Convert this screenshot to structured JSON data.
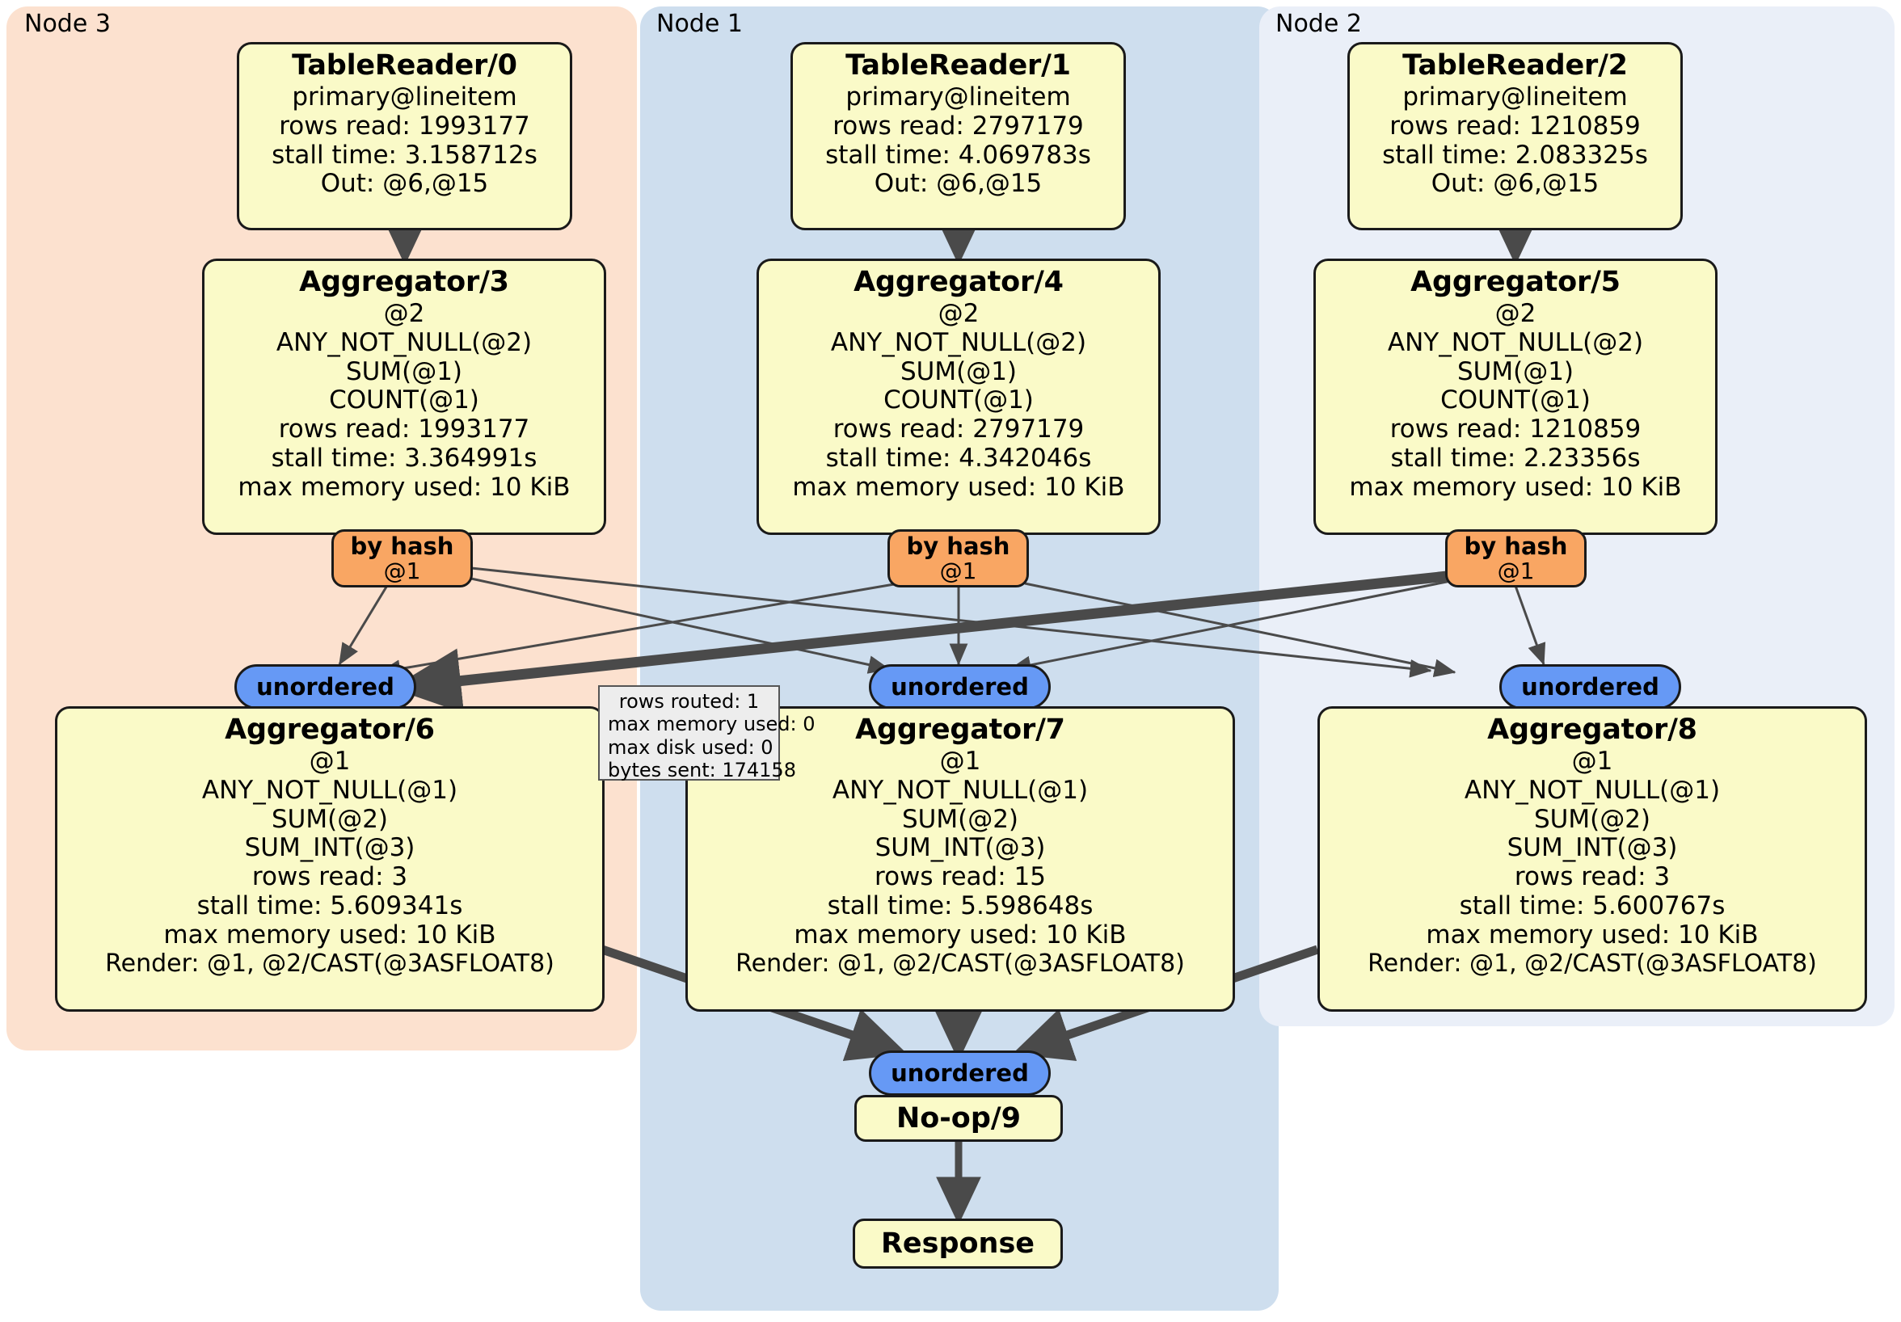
{
  "clusters": [
    {
      "id": "node3",
      "label": "Node 3",
      "color": "#FCE1CF"
    },
    {
      "id": "node1",
      "label": "Node 1",
      "color": "#CEDEEE"
    },
    {
      "id": "node2",
      "label": "Node 2",
      "color": "#EAEFF8"
    }
  ],
  "table_readers": [
    {
      "title": "TableReader/0",
      "lines": [
        "primary@lineitem",
        "rows read: 1993177",
        "stall time: 3.158712s",
        "Out: @6,@15"
      ]
    },
    {
      "title": "TableReader/1",
      "lines": [
        "primary@lineitem",
        "rows read: 2797179",
        "stall time: 4.069783s",
        "Out: @6,@15"
      ]
    },
    {
      "title": "TableReader/2",
      "lines": [
        "primary@lineitem",
        "rows read: 1210859",
        "stall time: 2.083325s",
        "Out: @6,@15"
      ]
    }
  ],
  "aggregators_top": [
    {
      "title": "Aggregator/3",
      "lines": [
        "@2",
        "ANY_NOT_NULL(@2)",
        "SUM(@1)",
        "COUNT(@1)",
        "rows read: 1993177",
        "stall time: 3.364991s",
        "max memory used: 10 KiB"
      ]
    },
    {
      "title": "Aggregator/4",
      "lines": [
        "@2",
        "ANY_NOT_NULL(@2)",
        "SUM(@1)",
        "COUNT(@1)",
        "rows read: 2797179",
        "stall time: 4.342046s",
        "max memory used: 10 KiB"
      ]
    },
    {
      "title": "Aggregator/5",
      "lines": [
        "@2",
        "ANY_NOT_NULL(@2)",
        "SUM(@1)",
        "COUNT(@1)",
        "rows read: 1210859",
        "stall time: 2.23356s",
        "max memory used: 10 KiB"
      ]
    }
  ],
  "aggregators_bottom": [
    {
      "title": "Aggregator/6",
      "lines": [
        "@1",
        "ANY_NOT_NULL(@1)",
        "SUM(@2)",
        "SUM_INT(@3)",
        "rows read: 3",
        "stall time: 5.609341s",
        "max memory used: 10 KiB",
        "Render: @1, @2/CAST(@3ASFLOAT8)"
      ]
    },
    {
      "title": "Aggregator/7",
      "lines": [
        "@1",
        "ANY_NOT_NULL(@1)",
        "SUM(@2)",
        "SUM_INT(@3)",
        "rows read: 15",
        "stall time: 5.598648s",
        "max memory used: 10 KiB",
        "Render: @1, @2/CAST(@3ASFLOAT8)"
      ]
    },
    {
      "title": "Aggregator/8",
      "lines": [
        "@1",
        "ANY_NOT_NULL(@1)",
        "SUM(@2)",
        "SUM_INT(@3)",
        "rows read: 3",
        "stall time: 5.600767s",
        "max memory used: 10 KiB",
        "Render: @1, @2/CAST(@3ASFLOAT8)"
      ]
    }
  ],
  "hash_pills": [
    {
      "label": "by hash",
      "sub": "@1"
    },
    {
      "label": "by hash",
      "sub": "@1"
    },
    {
      "label": "by hash",
      "sub": "@1"
    }
  ],
  "unordered_pills": [
    {
      "label": "unordered"
    },
    {
      "label": "unordered"
    },
    {
      "label": "unordered"
    },
    {
      "label": "unordered"
    }
  ],
  "tooltip": {
    "lines": [
      "rows routed: 1",
      "max memory used: 0",
      "max disk used: 0",
      "bytes sent: 174158"
    ]
  },
  "terminal": {
    "noop_label": "No-op/9",
    "response_label": "Response"
  },
  "colors": {
    "node_fill": "#FAFAC8",
    "hash_fill": "#F9A663",
    "unordered_fill": "#6699F5",
    "cluster_node3": "#FCE1CF",
    "cluster_node1": "#CEDEEE",
    "cluster_node2": "#EAEFF8",
    "edge": "#4A4A4A",
    "border": "#1a1a1a"
  }
}
